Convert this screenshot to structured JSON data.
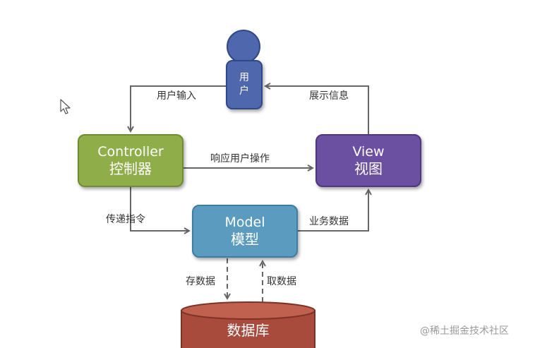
{
  "nodes": {
    "user": {
      "label_line1": "用",
      "label_line2": "户"
    },
    "controller": {
      "en": "Controller",
      "zh": "控制器"
    },
    "view": {
      "en": "View",
      "zh": "视图"
    },
    "model": {
      "en": "Model",
      "zh": "模型"
    },
    "database": {
      "label": "数据库"
    }
  },
  "edges": {
    "user_input": "用户输入",
    "show_info": "展示信息",
    "respond_user_op": "响应用户操作",
    "pass_command": "传递指令",
    "business_data": "业务数据",
    "store_data": "存数据",
    "fetch_data": "取数据"
  },
  "watermark": "@稀土掘金技术社区",
  "colors": {
    "controller": "#8fae4a",
    "view": "#6b4fa0",
    "model": "#5b9bc0",
    "user": "#4f67ac",
    "database": "#a84a3c",
    "arrow": "#666666"
  },
  "icons": {
    "cursor": "mouse-pointer-icon"
  }
}
